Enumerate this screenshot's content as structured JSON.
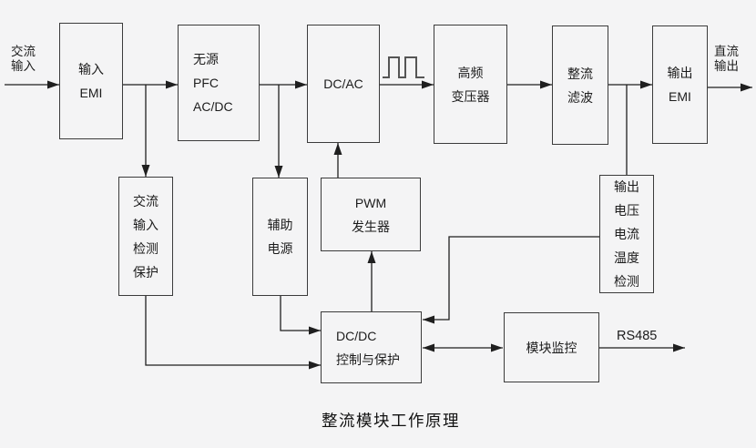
{
  "title": "整流模块工作原理",
  "colors": {
    "background": "#f4f4f5",
    "line": "#1f1f1f",
    "border": "#3b3b3b",
    "text": "#1c1c1c",
    "waveform": "#555555"
  },
  "labels": {
    "ac_input": {
      "lines": [
        "交流",
        "输入"
      ]
    },
    "dc_output": {
      "lines": [
        "直流",
        "输出"
      ]
    },
    "rs485": "RS485"
  },
  "blocks": {
    "input_emi": {
      "lines": [
        "输入",
        "EMI"
      ]
    },
    "passive_pfc": {
      "lines": [
        "无源",
        "PFC",
        "AC/DC"
      ]
    },
    "dc_ac": {
      "lines": [
        "DC/AC"
      ]
    },
    "hf_transformer": {
      "lines": [
        "高频",
        "变压器"
      ]
    },
    "rectifier_filter": {
      "lines": [
        "整流",
        "滤波"
      ]
    },
    "output_emi": {
      "lines": [
        "输出",
        "EMI"
      ]
    },
    "ac_input_detect": {
      "lines": [
        "交流",
        "输入",
        "检测",
        "保护"
      ]
    },
    "aux_power": {
      "lines": [
        "辅助",
        "电源"
      ]
    },
    "pwm_generator": {
      "lines": [
        "PWM",
        "发生器"
      ]
    },
    "output_detect": {
      "lines": [
        "输出",
        "电压",
        "电流",
        "温度",
        "检测"
      ]
    },
    "dcdc_control": {
      "lines": [
        "DC/DC",
        "控制与保护"
      ]
    },
    "module_monitor": {
      "lines": [
        "模块监控"
      ]
    }
  },
  "icons": {
    "waveform": "square-pulse-signal"
  }
}
